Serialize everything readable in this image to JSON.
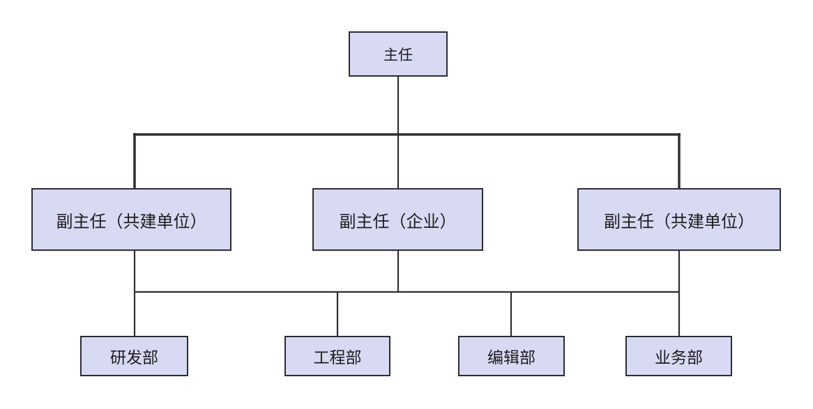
{
  "diagram": {
    "type": "org-chart",
    "colors": {
      "background": "#ffffff",
      "box_fill": "#d8daf4",
      "box_border": "#2b2b33",
      "line": "#2e2e33",
      "text": "#1c1c1c"
    },
    "nodes": {
      "director": {
        "label": "主任"
      },
      "deputy_left": {
        "label": "副主任（共建单位）"
      },
      "deputy_middle": {
        "label": "副主任（企业）"
      },
      "deputy_right": {
        "label": "副主任（共建单位）"
      },
      "dept_rd": {
        "label": "研发部"
      },
      "dept_engineering": {
        "label": "工程部"
      },
      "dept_editorial": {
        "label": "编辑部"
      },
      "dept_business": {
        "label": "业务部"
      }
    },
    "edges": [
      "director->deputy_left",
      "director->deputy_middle",
      "director->deputy_right",
      "deputies->dept_rd",
      "deputies->dept_engineering",
      "deputies->dept_editorial",
      "deputies->dept_business"
    ]
  }
}
